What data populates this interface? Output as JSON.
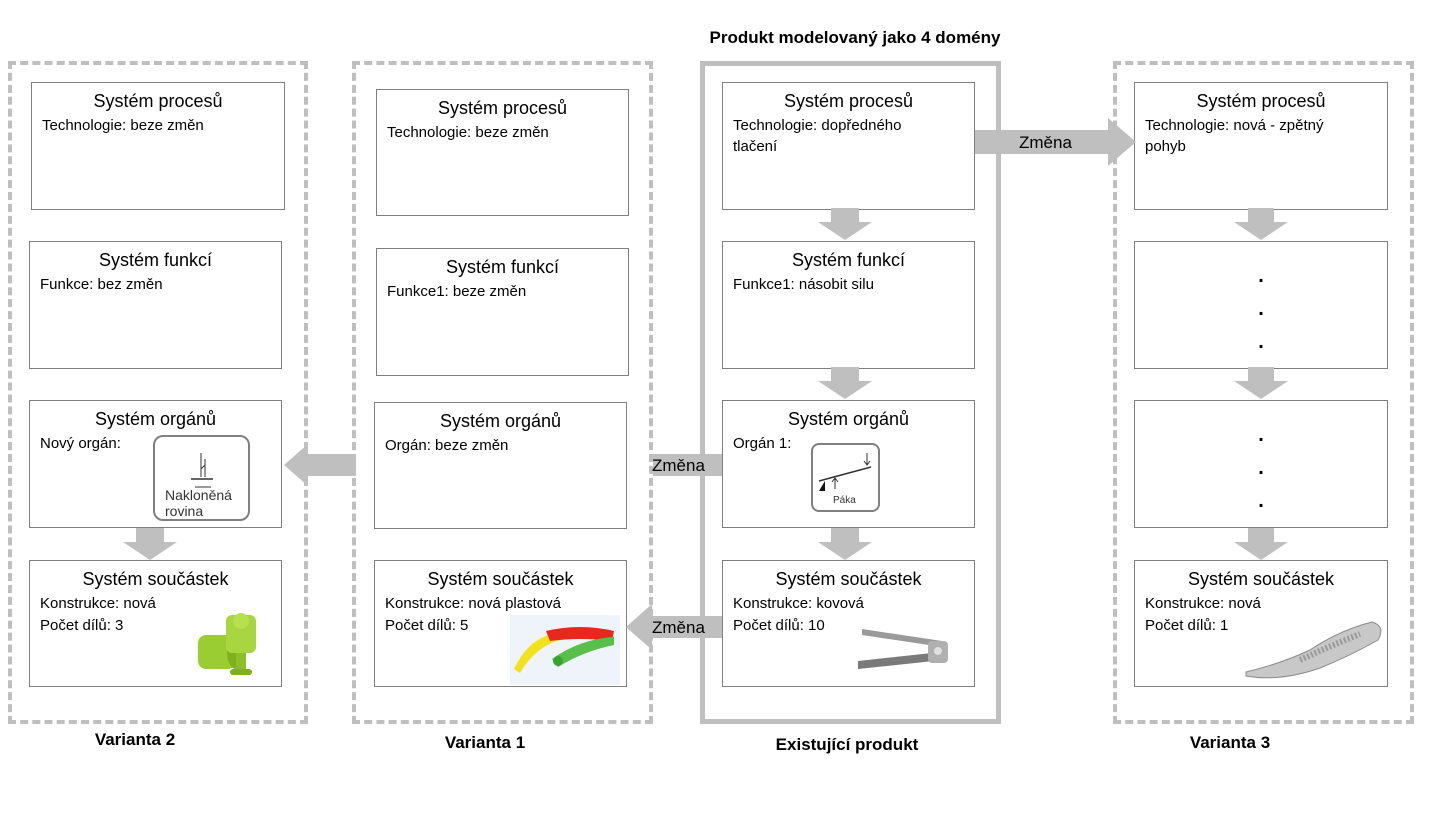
{
  "title": "Produkt modelovaný jako 4 domény",
  "columns": {
    "v2": {
      "label": "Varianta 2",
      "process": {
        "title": "Systém procesů",
        "line1": "Technologie: beze změn"
      },
      "function": {
        "title": "Systém funkcí",
        "line1": "Funkce: bez změn"
      },
      "organ": {
        "title": "Systém orgánů",
        "line1": "Nový orgán:",
        "icon_text1": "Nakloněná",
        "icon_text2": "rovina"
      },
      "part": {
        "title": "Systém součástek",
        "line1": "Konstrukce: nová",
        "line2": "Počet dílů: 3"
      }
    },
    "v1": {
      "label": "Varianta 1",
      "process": {
        "title": "Systém procesů",
        "line1": "Technologie: beze změn"
      },
      "function": {
        "title": "Systém funkcí",
        "line1": "Funkce1: beze změn"
      },
      "organ": {
        "title": "Systém orgánů",
        "line1": "Orgán: beze změn"
      },
      "part": {
        "title": "Systém součástek",
        "line1": "Konstrukce: nová plastová",
        "line2": "Počet dílů: 5"
      }
    },
    "existing": {
      "label": "Existující produkt",
      "process": {
        "title": "Systém procesů",
        "line1": "Technologie: dopředného",
        "line2": "tlačení"
      },
      "function": {
        "title": "Systém funkcí",
        "line1": "Funkce1: násobit silu"
      },
      "organ": {
        "title": "Systém orgánů",
        "line1": "Orgán 1:",
        "icon_text": "Páka"
      },
      "part": {
        "title": "Systém součástek",
        "line1": "Konstrukce: kovová",
        "line2": "Počet dílů: 10"
      }
    },
    "v3": {
      "label": "Varianta 3",
      "process": {
        "title": "Systém procesů",
        "line1": "Technologie: nová - zpětný",
        "line2": "pohyb"
      },
      "dots1": ".",
      "dots2": ".",
      "part": {
        "title": "Systém součástek",
        "line1": "Konstrukce: nová",
        "line2": "Počet dílů: 1"
      }
    }
  },
  "arrows": {
    "change1": "Změna",
    "change2": "Změna",
    "change3": "Změna"
  },
  "colors": {
    "frame": "#bfbfbf",
    "arrow": "#bfbfbf",
    "box_border": "#7f7f7f"
  }
}
